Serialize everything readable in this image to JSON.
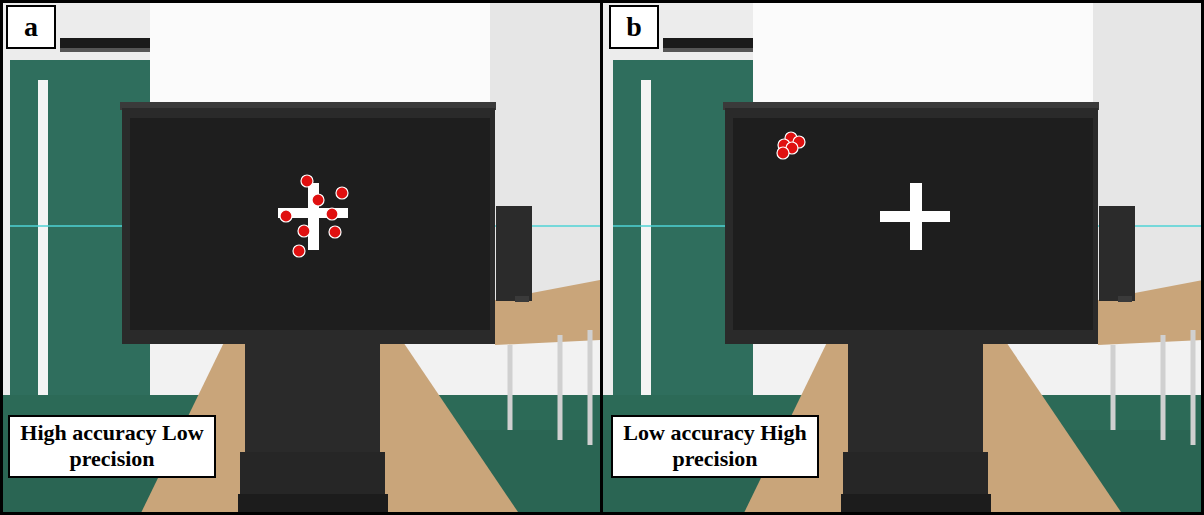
{
  "diagram": {
    "nodes": [
      {
        "text": [
          "a"
        ]
      },
      {
        "text": [
          "High accuracy Low precision"
        ]
      },
      {
        "text": [
          "b"
        ]
      },
      {
        "text": [
          "Low accuracy High precision"
        ]
      }
    ]
  }
}
